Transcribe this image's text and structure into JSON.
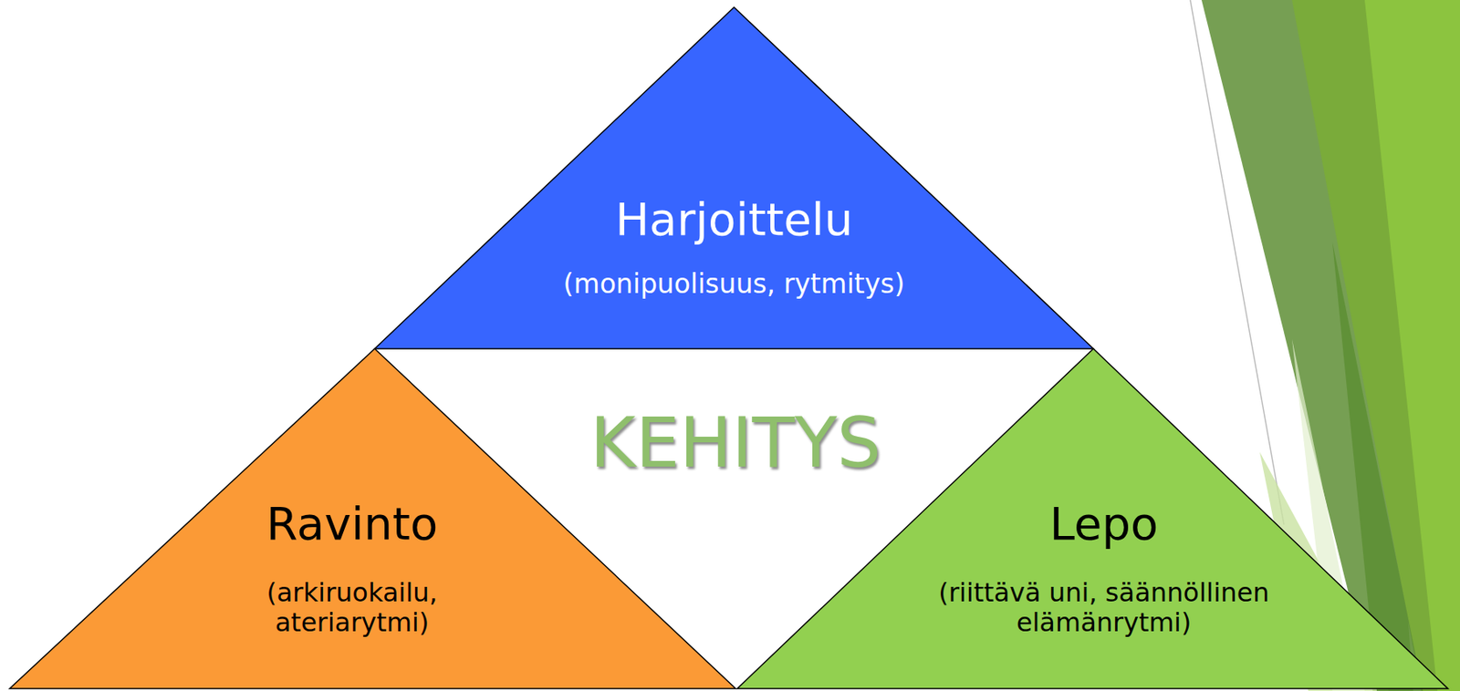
{
  "diagram": {
    "nodes": [
      {
        "text": [
          "Harjoittelu",
          "(monipuolisuus, rytmitys)"
        ]
      },
      {
        "text": [
          "Ravinto",
          "(arkiruokailu, ateriarytmi)"
        ]
      },
      {
        "text": [
          "Lepo",
          "(riittävä uni, säännöllinen elämänrytmi)"
        ]
      }
    ],
    "labels": [
      "KEHITYS"
    ]
  }
}
